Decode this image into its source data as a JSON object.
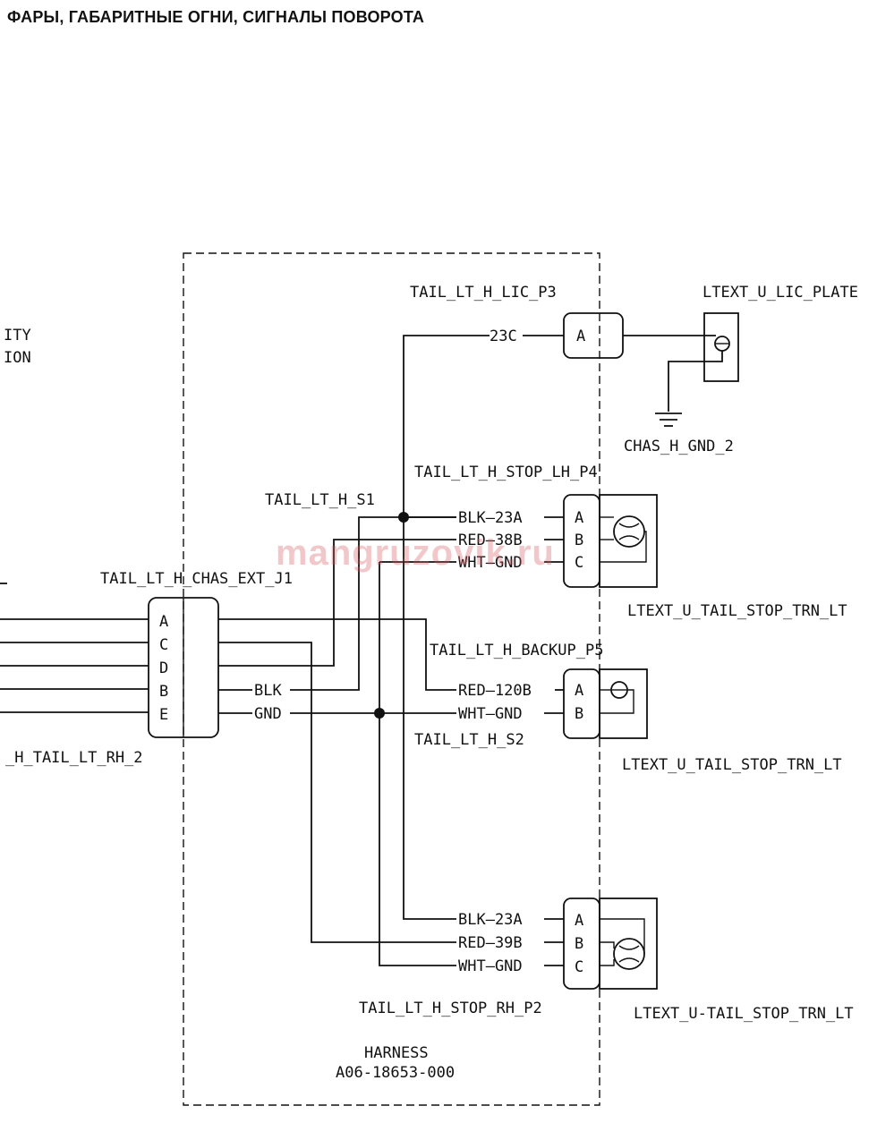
{
  "page": {
    "title": "ФАРЫ, ГАБАРИТНЫЕ ОГНИ, СИГНАЛЫ ПОВОРОТА",
    "watermark": "mangruzovik.ru"
  },
  "offpage_labels": {
    "left_top_line1": "ITY",
    "left_top_line2": "ION",
    "left_bottom": "_H_TAIL_LT_RH_2"
  },
  "harness": {
    "name": "HARNESS",
    "part_number": "A06-18653-000"
  },
  "splices": {
    "s1": "TAIL_LT_H_S1",
    "s2": "TAIL_LT_H_S2"
  },
  "chassis_connector": {
    "name": "TAIL_LT_H_CHAS_EXT_J1",
    "pins": [
      "A",
      "C",
      "D",
      "B",
      "E"
    ],
    "wire_blk": "BLK",
    "wire_gnd": "GND"
  },
  "connectors": {
    "lic": {
      "name": "TAIL_LT_H_LIC_P3",
      "pins": [
        "A"
      ],
      "wires": [
        "23C"
      ]
    },
    "stop_lh": {
      "name": "TAIL_LT_H_STOP_LH_P4",
      "pins": [
        "A",
        "B",
        "C"
      ],
      "wires": [
        "BLK—23A",
        "RED—38B",
        "WHT—GND"
      ]
    },
    "backup": {
      "name": "TAIL_LT_H_BACKUP_P5",
      "pins": [
        "A",
        "B"
      ],
      "wires": [
        "RED—120B",
        "WHT—GND"
      ]
    },
    "stop_rh": {
      "name": "TAIL_LT_H_STOP_RH_P2",
      "pins": [
        "A",
        "B",
        "C"
      ],
      "wires": [
        "BLK—23A",
        "RED—39B",
        "WHT—GND"
      ]
    }
  },
  "lamps": {
    "lic_plate": "LTEXT_U_LIC_PLATE",
    "chassis_ground": "CHAS_H_GND_2",
    "tail_stop_upper": "LTEXT_U_TAIL_STOP_TRN_LT",
    "tail_stop_middle": "LTEXT_U_TAIL_STOP_TRN_LT",
    "tail_stop_lower": "LTEXT_U-TAIL_STOP_TRN_LT"
  }
}
